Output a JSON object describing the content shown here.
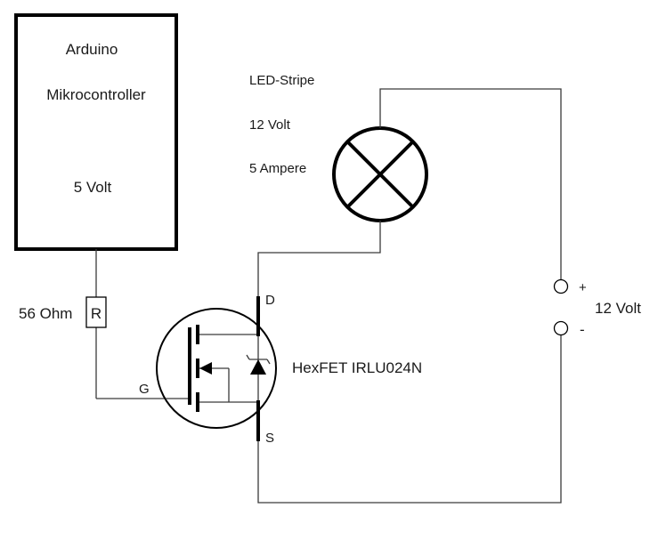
{
  "arduino": {
    "line1": "Arduino",
    "line2": "Mikrocontroller",
    "line3": "5 Volt"
  },
  "led_stripe": {
    "line1": "LED-Stripe",
    "line2": "12 Volt",
    "line3": "5 Ampere"
  },
  "resistor": {
    "symbol": "R",
    "value": "56 Ohm"
  },
  "mosfet": {
    "name": "HexFET IRLU024N",
    "drain": "D",
    "source": "S",
    "gate": "G"
  },
  "supply": {
    "plus": "+",
    "minus": "-",
    "voltage": "12 Volt"
  }
}
